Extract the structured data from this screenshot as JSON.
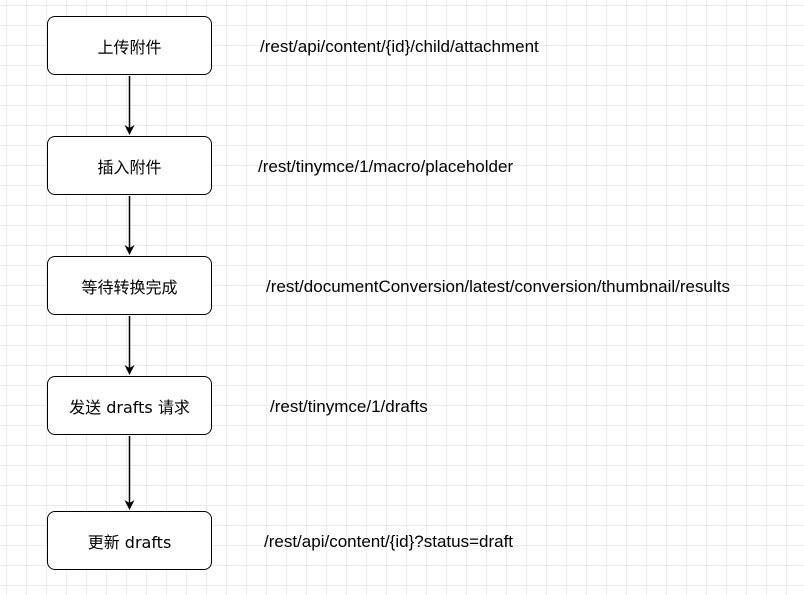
{
  "diagram": {
    "steps": [
      {
        "label": "上传附件",
        "endpoint": "/rest/api/content/{id}/child/attachment"
      },
      {
        "label": "插入附件",
        "endpoint": "/rest/tinymce/1/macro/placeholder"
      },
      {
        "label": "等待转换完成",
        "endpoint": "/rest/documentConversion/latest/conversion/thumbnail/results"
      },
      {
        "label": "发送 drafts 请求",
        "endpoint": "/rest/tinymce/1/drafts"
      },
      {
        "label": "更新 drafts",
        "endpoint": "/rest/api/content/{id}?status=draft"
      }
    ]
  }
}
